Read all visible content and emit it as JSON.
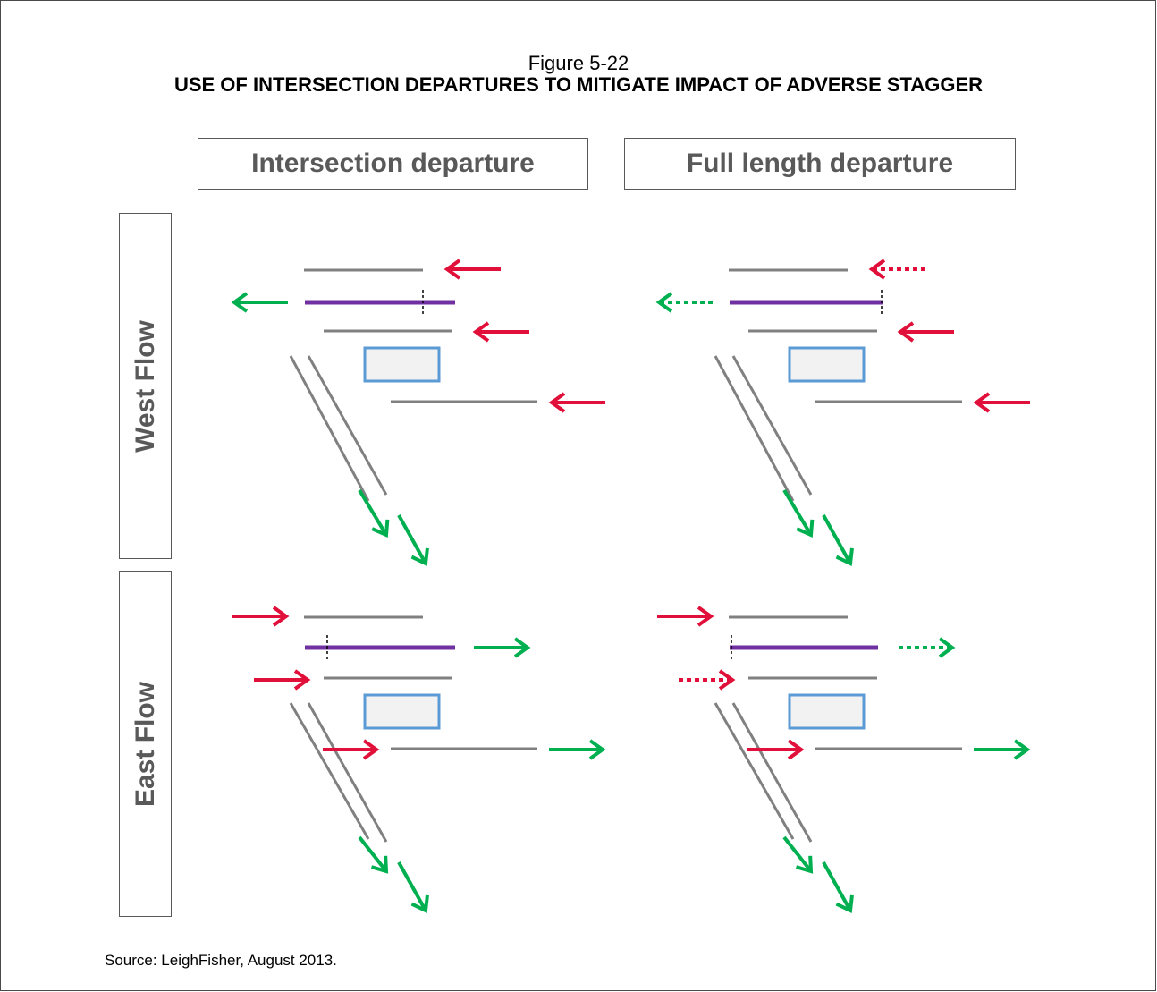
{
  "figure_number": "Figure 5-22",
  "figure_title": "USE OF INTERSECTION DEPARTURES TO MITIGATE IMPACT OF ADVERSE STAGGER",
  "columns": [
    {
      "label": "Intersection departure"
    },
    {
      "label": "Full length departure"
    }
  ],
  "rows": [
    {
      "label": "West Flow"
    },
    {
      "label": "East Flow"
    }
  ],
  "source": "Source:  LeighFisher, August 2013.",
  "colors": {
    "runway": "#808080",
    "departure_runway": "#7030a0",
    "terminal": "#5b9bd5",
    "terminal_fill": "#f2f2f2",
    "arrival_arrow": "#e0103a",
    "departure_arrow": "#00b050",
    "label": "#595959"
  }
}
